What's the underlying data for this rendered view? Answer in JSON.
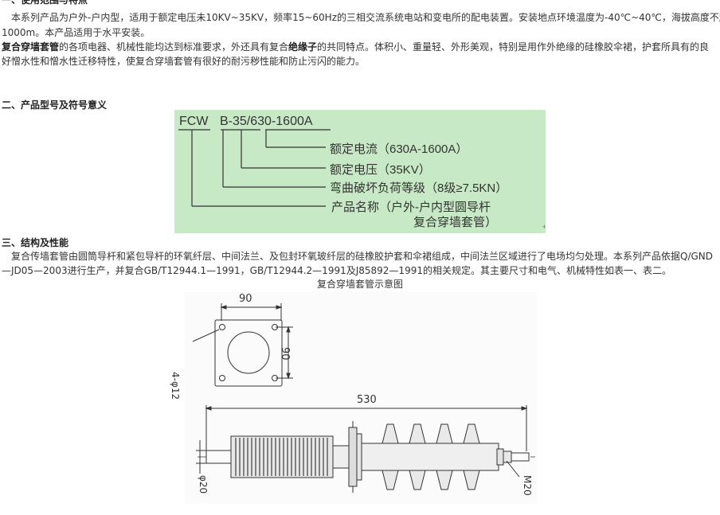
{
  "section1": {
    "heading": "一、使用范围与特点",
    "p1_line1": "本系列产品为户外-户内型，适用于额定电压未10KV~35KV，频率15~60Hz的三相交流系统电站和变电所的配电装置。安装地点环境温度为-40℃~40℃，海拔高度不超过",
    "p1_line2": "1000m。本产品适用于水平安装。",
    "p2_bold": "复合穿墙套管",
    "p2_line1_rest_a": "的各项电器、机械性能均达到标准要求，外还具有复合",
    "p2_bold2": "绝缘子",
    "p2_line1_rest_b": "的共同特点。体积小、重量轻、外形美观，特别是用作外绝缘的硅橡胶伞裙，护套所具有的良",
    "p2_line2": "好憎水性和憎水性迁移特性，使复合穿墙套管有很好的耐污秽性能和防止污闪的能力。"
  },
  "section2": {
    "heading": "二、产品型号及符号意义",
    "designation": {
      "prefix": "FCW",
      "code": "B-35/630-1600A",
      "items": [
        "额定电流（630A-1600A）",
        "额定电压（35KV）",
        "弯曲破坏负荷等级（8级≥7.5KN）",
        "产品名称（户外-户内型圆导杆"
      ],
      "item4_line2": "复合穿墙套管）"
    }
  },
  "section3": {
    "heading": "三、结构及性能",
    "p_line1": "复合传墙套管由圆筒导杆和紧包导杆的环氧纤层、中间法兰、及包封环氧玻纤层的硅橡胶护套和伞裙组成，中间法兰区域进行了电场均匀处理。本系列产品依据Q/GND",
    "p_line2": "—JD05—2003进行生产，并复合GB/T12944.1—1991，GB/T12944.2—1991及J85892—1991的相关规定。其主要尺寸和电气、机械特性如表一、表二。",
    "figure_caption": "复合穿墙套管示意图",
    "drawing": {
      "dim_width": "90",
      "dim_height": "90",
      "holes_label": "4-φ12",
      "length_label": "530",
      "rod_dia_label": "φ20",
      "thread_label": "M20"
    }
  }
}
